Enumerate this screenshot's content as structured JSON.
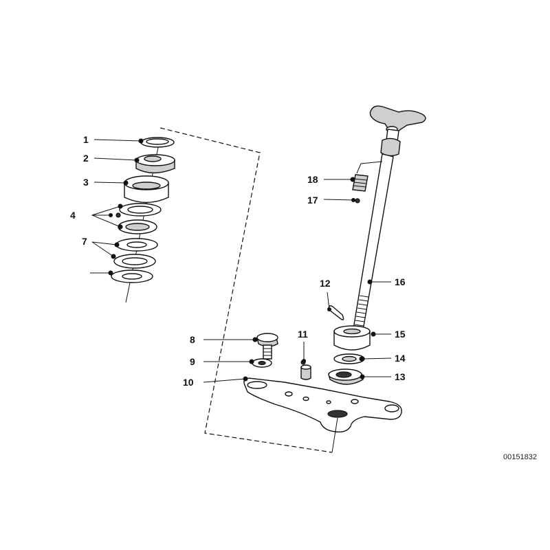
{
  "diagram": {
    "reference_number": "00151832",
    "callouts": [
      {
        "id": "c1",
        "label": "1"
      },
      {
        "id": "c2",
        "label": "2"
      },
      {
        "id": "c3",
        "label": "3"
      },
      {
        "id": "c4",
        "label": "4"
      },
      {
        "id": "c7",
        "label": "7"
      },
      {
        "id": "c8",
        "label": "8"
      },
      {
        "id": "c9",
        "label": "9"
      },
      {
        "id": "c10",
        "label": "10"
      },
      {
        "id": "c11",
        "label": "11"
      },
      {
        "id": "c12",
        "label": "12"
      },
      {
        "id": "c13",
        "label": "13"
      },
      {
        "id": "c14",
        "label": "14"
      },
      {
        "id": "c15",
        "label": "15"
      },
      {
        "id": "c16",
        "label": "16"
      },
      {
        "id": "c17",
        "label": "17"
      },
      {
        "id": "c18",
        "label": "18"
      }
    ]
  }
}
